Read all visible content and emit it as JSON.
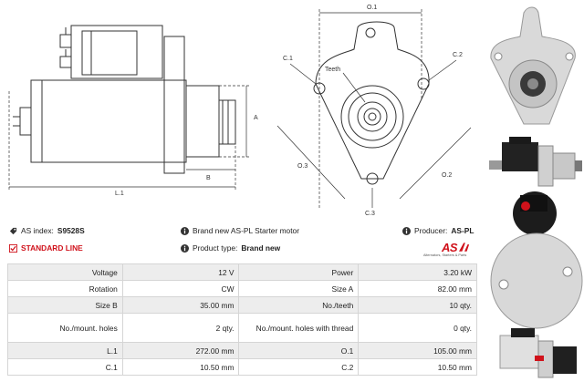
{
  "drawing": {
    "left_labels": {
      "a": "A",
      "b": "B",
      "l1": "L.1"
    },
    "right_labels": {
      "o1": "O.1",
      "o2": "O.2",
      "o3": "O.3",
      "c1": "C.1",
      "c2": "C.2",
      "c3": "C.3",
      "teeth": "Teeth"
    }
  },
  "info": {
    "index_label": "AS index:",
    "index_value": "S9528S",
    "standard_line": "STANDARD LINE",
    "brand_text": "Brand new AS-PL Starter motor",
    "product_type_label": "Product type:",
    "product_type_value": "Brand new",
    "producer_label": "Producer:",
    "producer_value": "AS-PL",
    "logo_text": "AS",
    "logo_tagline": "Alternators, Starters & Parts"
  },
  "specs": [
    {
      "k1": "Voltage",
      "v1": "12 V",
      "k2": "Power",
      "v2": "3.20 kW"
    },
    {
      "k1": "Rotation",
      "v1": "CW",
      "k2": "Size A",
      "v2": "82.00 mm"
    },
    {
      "k1": "Size B",
      "v1": "35.00 mm",
      "k2": "No./teeth",
      "v2": "10 qty."
    },
    {
      "k1": "No./mount. holes",
      "v1": "2 qty.",
      "k2": "No./mount. holes with thread",
      "v2": "0 qty."
    },
    {
      "k1": "L.1",
      "v1": "272.00 mm",
      "k2": "O.1",
      "v2": "105.00 mm"
    },
    {
      "k1": "C.1",
      "v1": "10.50 mm",
      "k2": "C.2",
      "v2": "10.50 mm"
    }
  ],
  "colors": {
    "brand_red": "#d0121b",
    "row_grey": "#ededed"
  }
}
